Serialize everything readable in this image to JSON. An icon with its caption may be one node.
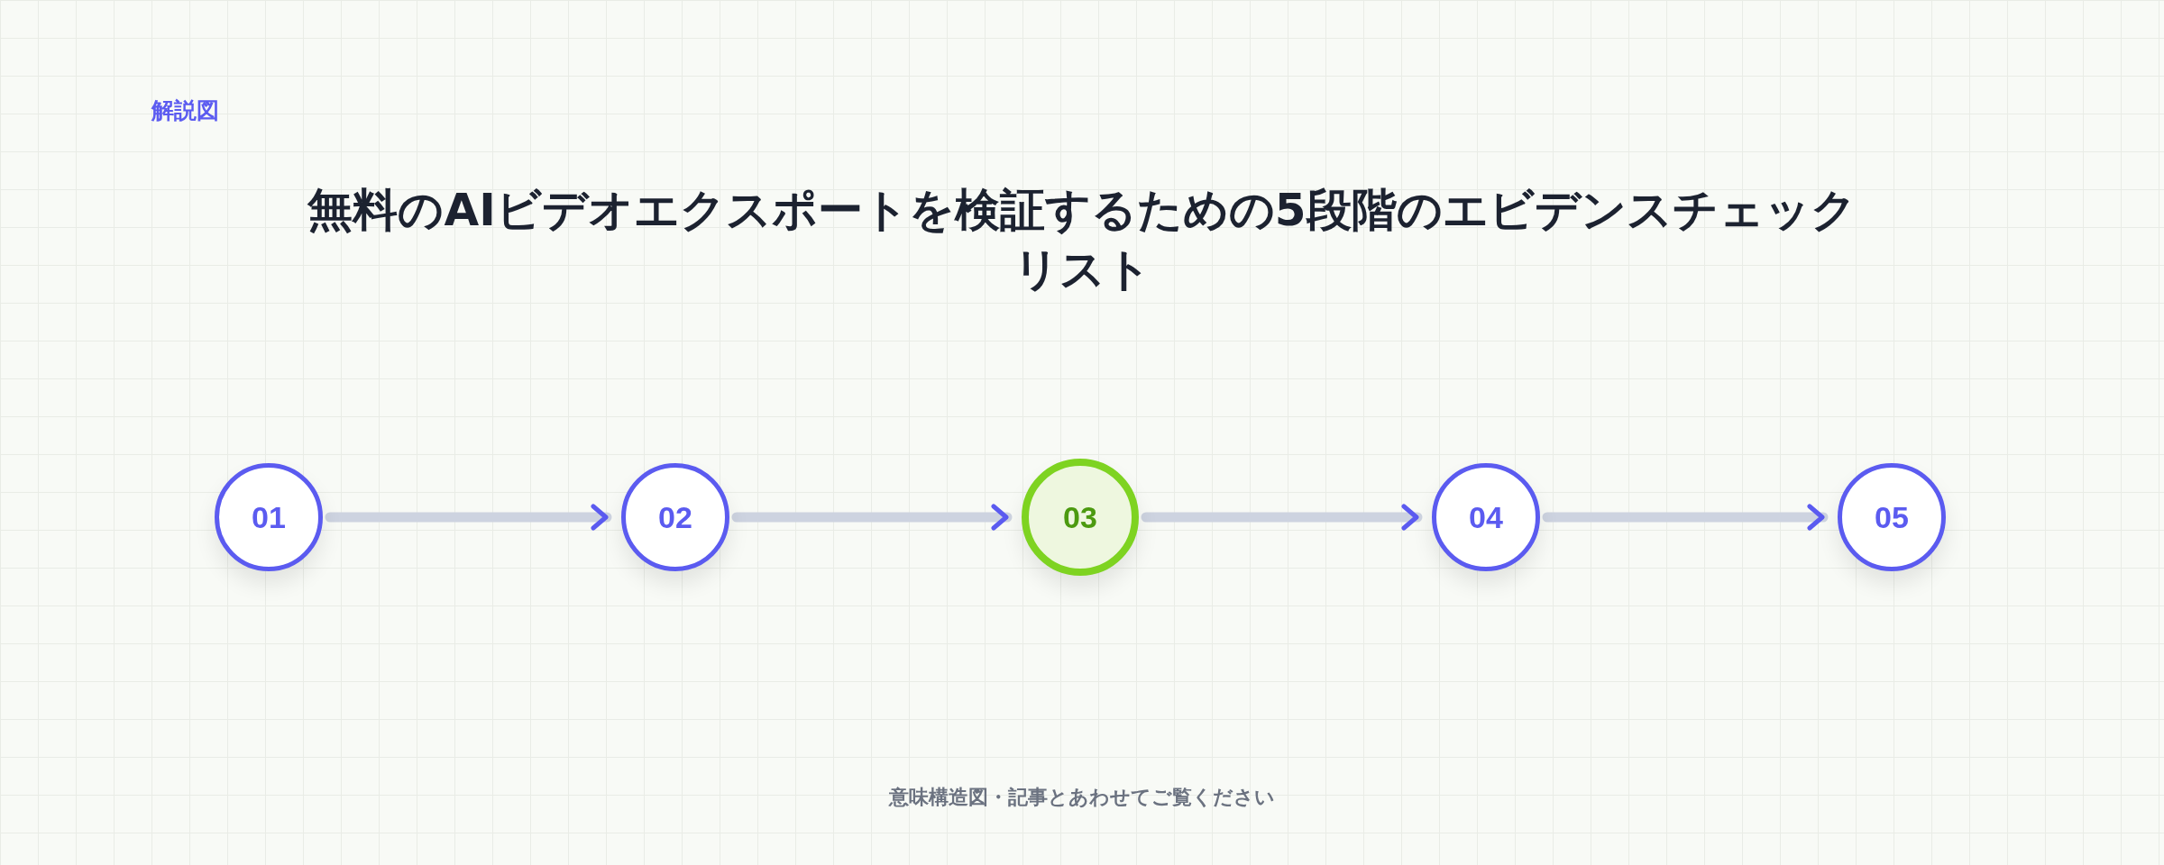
{
  "diagram": {
    "title": "無料のAIビデオエクスポートを検証するための5段階のエビデンスチェックリスト",
    "nodes": [
      {
        "text": [
          "01"
        ]
      },
      {
        "text": [
          "02"
        ]
      },
      {
        "text": [
          "03"
        ]
      },
      {
        "text": [
          "04"
        ]
      },
      {
        "text": [
          "05"
        ]
      }
    ],
    "edges": [
      {
        "from": 0,
        "to": 1,
        "arrow": "to"
      },
      {
        "from": 1,
        "to": 2,
        "arrow": "to"
      },
      {
        "from": 2,
        "to": 3,
        "arrow": "to"
      },
      {
        "from": 3,
        "to": 4,
        "arrow": "to"
      }
    ],
    "labels": [
      "解説図",
      "意味構造図・記事とあわせてご覧ください"
    ]
  }
}
